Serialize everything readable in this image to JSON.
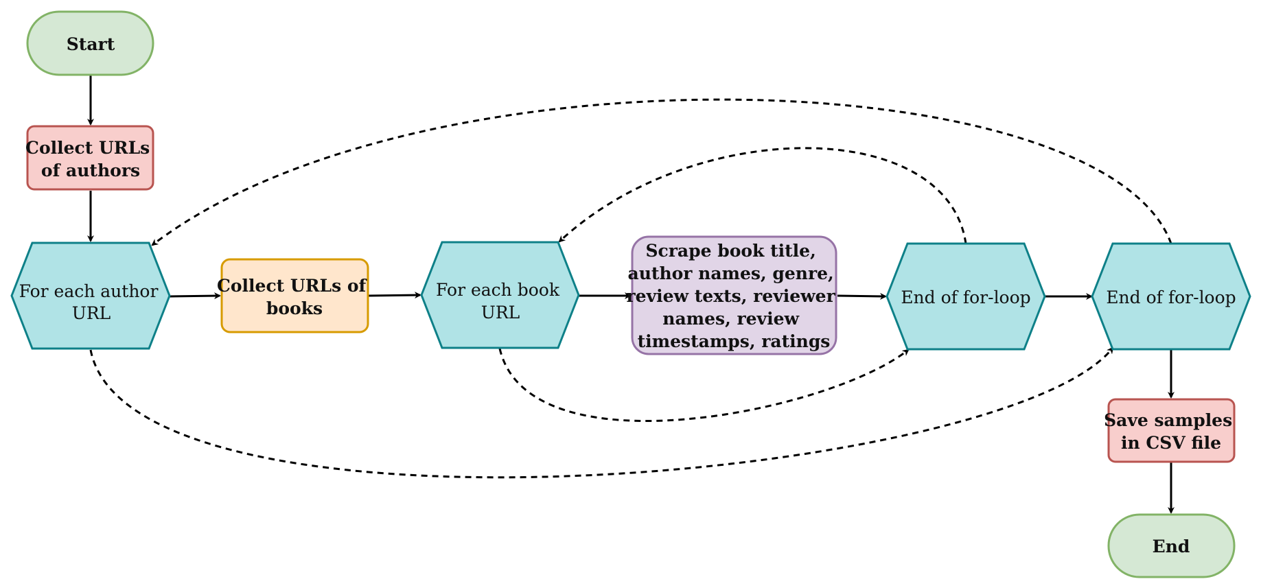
{
  "nodes": {
    "start": {
      "lines": [
        "Start"
      ]
    },
    "collect_authors": {
      "lines": [
        "Collect URLs",
        "of authors"
      ]
    },
    "each_author": {
      "lines": [
        "For each author",
        "URL"
      ]
    },
    "collect_books": {
      "lines": [
        "Collect URLs of",
        "books"
      ]
    },
    "each_book": {
      "lines": [
        "For each book",
        "URL"
      ]
    },
    "scrape": {
      "lines": [
        "Scrape book title,",
        "author names, genre,",
        "review texts, reviewer",
        "names, review",
        "timestamps, ratings"
      ]
    },
    "end_loop_1": {
      "lines": [
        "End of for-loop"
      ]
    },
    "end_loop_2": {
      "lines": [
        "End of for-loop"
      ]
    },
    "save": {
      "lines": [
        "Save samples",
        "in CSV file"
      ]
    },
    "end": {
      "lines": [
        "End"
      ]
    }
  },
  "colors": {
    "terminal_fill": "#d5e8d4",
    "terminal_stroke": "#82b366",
    "red_fill": "#f8cecc",
    "red_stroke": "#b85450",
    "hex_fill": "#b0e3e6",
    "hex_stroke": "#0e8088",
    "orange_fill": "#ffe6cc",
    "orange_stroke": "#d79b00",
    "purple_fill": "#e1d5e7",
    "purple_stroke": "#9673a6"
  }
}
